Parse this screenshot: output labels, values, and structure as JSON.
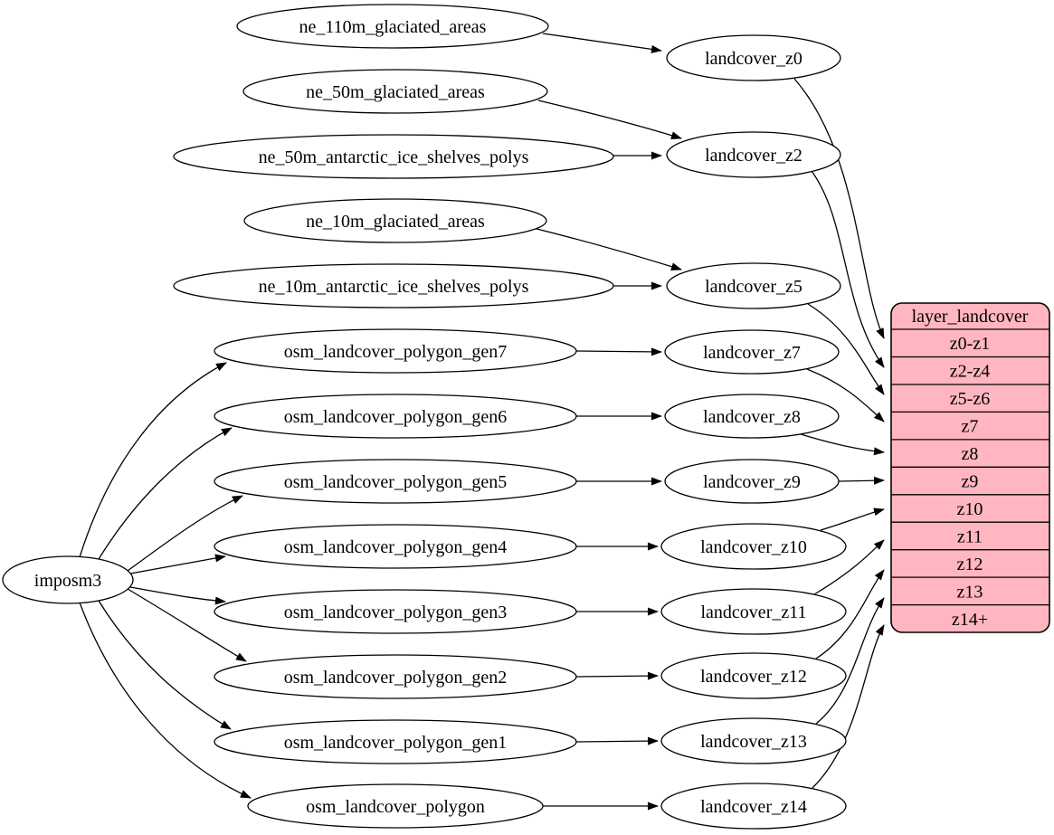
{
  "colors": {
    "layer_fill": "#ffb6c1",
    "node_fill": "#ffffff",
    "edge": "#000000",
    "background": "#ffffff"
  },
  "nodes": {
    "imposm3": "imposm3",
    "ne_110m_glaciated_areas": "ne_110m_glaciated_areas",
    "ne_50m_glaciated_areas": "ne_50m_glaciated_areas",
    "ne_50m_antarctic_ice_shelves_polys": "ne_50m_antarctic_ice_shelves_polys",
    "ne_10m_glaciated_areas": "ne_10m_glaciated_areas",
    "ne_10m_antarctic_ice_shelves_polys": "ne_10m_antarctic_ice_shelves_polys",
    "osm_landcover_polygon_gen7": "osm_landcover_polygon_gen7",
    "osm_landcover_polygon_gen6": "osm_landcover_polygon_gen6",
    "osm_landcover_polygon_gen5": "osm_landcover_polygon_gen5",
    "osm_landcover_polygon_gen4": "osm_landcover_polygon_gen4",
    "osm_landcover_polygon_gen3": "osm_landcover_polygon_gen3",
    "osm_landcover_polygon_gen2": "osm_landcover_polygon_gen2",
    "osm_landcover_polygon_gen1": "osm_landcover_polygon_gen1",
    "osm_landcover_polygon": "osm_landcover_polygon",
    "landcover_z0": "landcover_z0",
    "landcover_z2": "landcover_z2",
    "landcover_z5": "landcover_z5",
    "landcover_z7": "landcover_z7",
    "landcover_z8": "landcover_z8",
    "landcover_z9": "landcover_z9",
    "landcover_z10": "landcover_z10",
    "landcover_z11": "landcover_z11",
    "landcover_z12": "landcover_z12",
    "landcover_z13": "landcover_z13",
    "landcover_z14": "landcover_z14"
  },
  "layer_table": {
    "title": "layer_landcover",
    "rows": [
      "z0-z1",
      "z2-z4",
      "z5-z6",
      "z7",
      "z8",
      "z9",
      "z10",
      "z11",
      "z12",
      "z13",
      "z14+"
    ]
  }
}
